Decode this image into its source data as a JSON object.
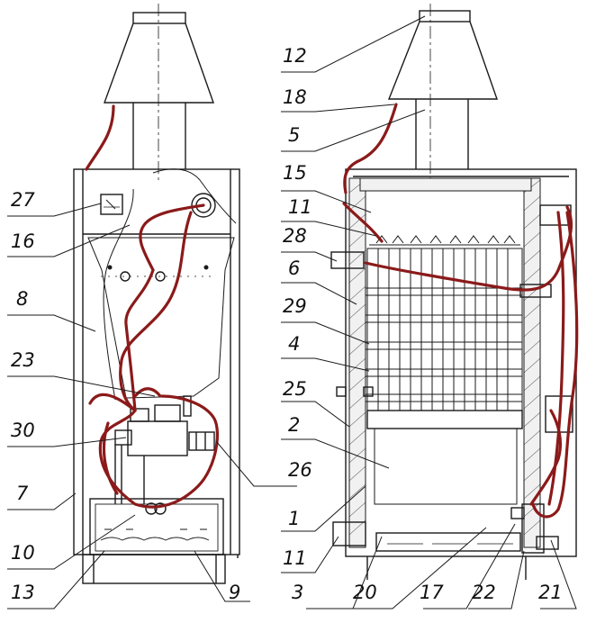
{
  "diagram": {
    "colors": {
      "line": "#1a1a1a",
      "wire": "#8b1a1a",
      "insulation": "#f1f1f1"
    },
    "labels_left": [
      "27",
      "16",
      "8",
      "23",
      "30",
      "7",
      "10",
      "13",
      "9",
      "26"
    ],
    "labels_right": [
      "12",
      "18",
      "5",
      "15",
      "11",
      "28",
      "6",
      "29",
      "4",
      "25",
      "2",
      "1",
      "11",
      "3",
      "20",
      "17",
      "22",
      "21"
    ],
    "parts": {
      "left_view": "boiler-front-view",
      "right_view": "boiler-section-view",
      "draft_hood": "draft-hood",
      "flue_pipe": "flue-pipe",
      "thermometer": "thermometer-gauge",
      "gas_valve": "gas-valve",
      "burner": "burner",
      "heat_exchanger": "heat-exchanger",
      "insulation": "insulation-lining"
    }
  }
}
